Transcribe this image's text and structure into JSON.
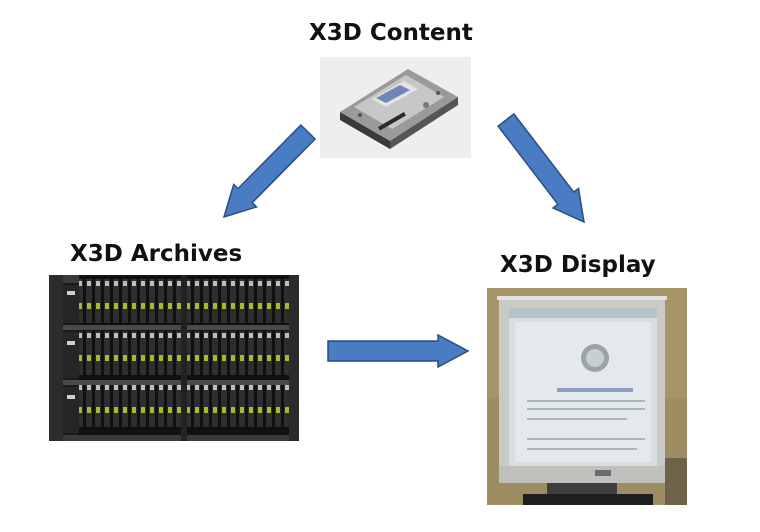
{
  "diagram": {
    "nodes": {
      "content": {
        "label": "X3D Content",
        "image": "hard-drive-photo"
      },
      "archives": {
        "label": "X3D Archives",
        "image": "server-rack-photo"
      },
      "display": {
        "label": "X3D Display",
        "image": "lcd-monitor-photo"
      }
    },
    "edges": [
      {
        "from": "content",
        "to": "archives"
      },
      {
        "from": "content",
        "to": "display"
      },
      {
        "from": "archives",
        "to": "display"
      }
    ],
    "colors": {
      "arrow_fill": "#4a7cc4",
      "arrow_stroke": "#2b4d80",
      "text": "#111111"
    }
  }
}
